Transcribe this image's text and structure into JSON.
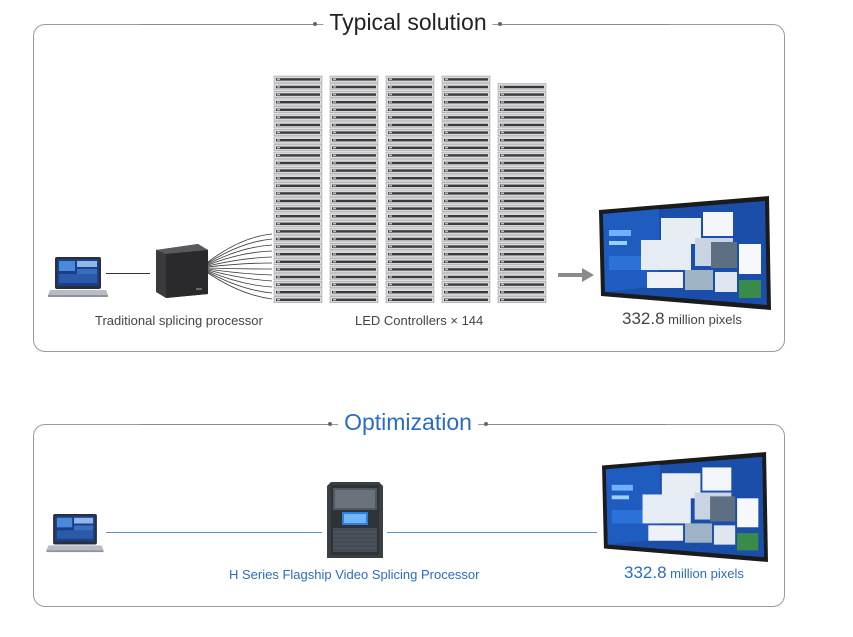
{
  "typical": {
    "title": "Typical solution",
    "processor_label": "Traditional splicing processor",
    "controllers_label": "LED Controllers × 144",
    "pixels_value": "332.8",
    "pixels_unit": "million pixels"
  },
  "optimization": {
    "title": "Optimization",
    "processor_label": "H Series Flagship Video Splicing Processor",
    "pixels_value": "332.8",
    "pixels_unit": "million pixels"
  },
  "colors": {
    "accent_blue": "#2a6cc2",
    "border": "#9a9a9a",
    "arrow": "#8a8a8a"
  },
  "icons": {
    "laptop": "laptop-icon",
    "processor": "processor-icon",
    "controller_rack": "controller-rack-icon",
    "video_wall": "video-wall-icon",
    "arrow": "arrow-right-icon"
  }
}
